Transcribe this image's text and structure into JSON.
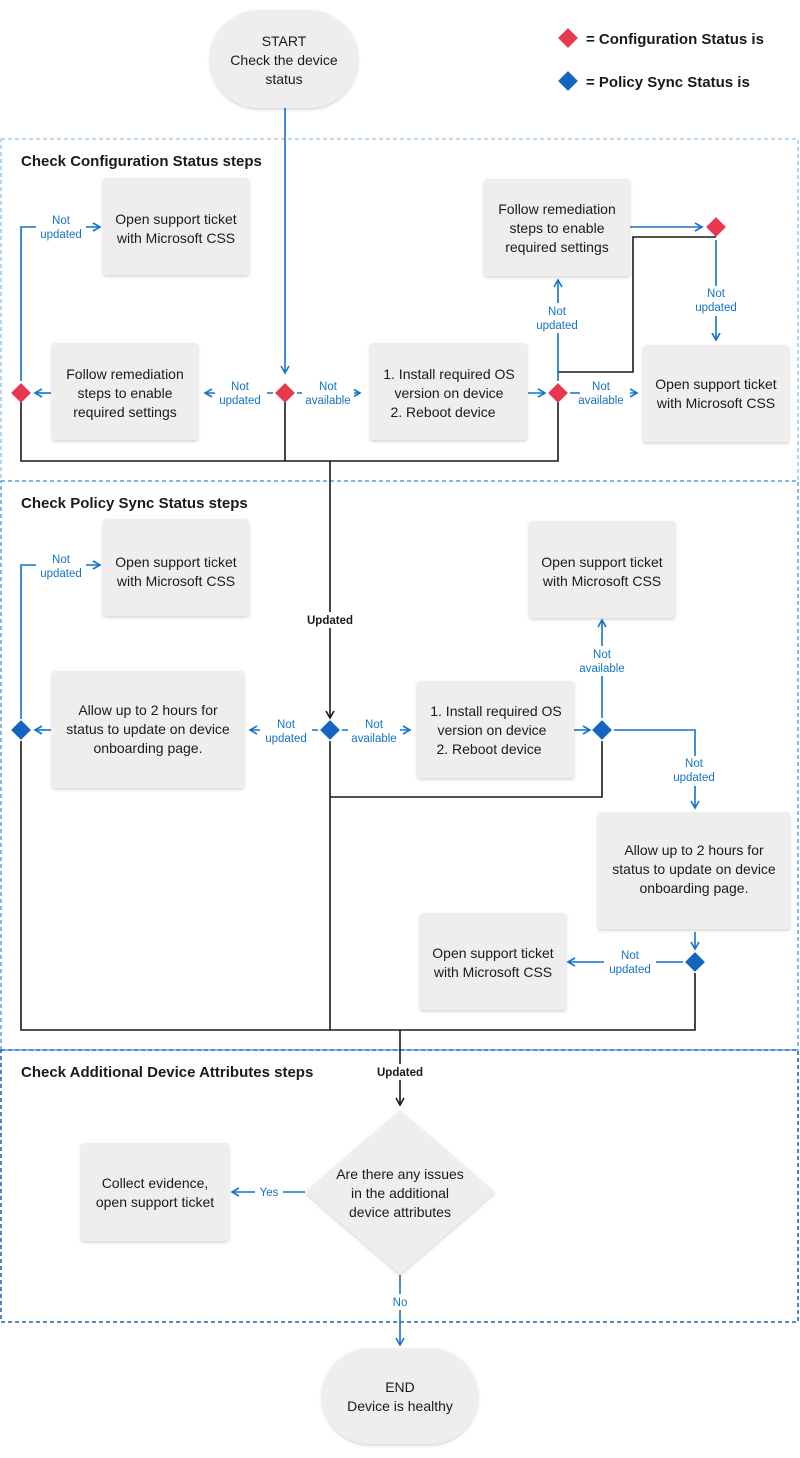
{
  "legend": {
    "config": "= Configuration Status is",
    "policy": "= Policy Sync Status is"
  },
  "colors": {
    "config_diamond": "#e8384f",
    "policy_diamond": "#1565c0",
    "arrow_blue": "#1473c9",
    "line_black": "#1a1a1a",
    "box_fill": "#eeeeee",
    "section_border": "#90c0e8"
  },
  "start": {
    "line1": "START",
    "line2": "Check the device",
    "line3": "status"
  },
  "end": {
    "line1": "END",
    "line2": "Device is healthy"
  },
  "sections": {
    "config": "Check Configuration Status steps",
    "policy": "Check Policy Sync Status steps",
    "additional": "Check Additional Device Attributes steps"
  },
  "boxes": {
    "support1": [
      "Open support ticket",
      "with Microsoft CSS"
    ],
    "remed_left": [
      "Follow remediation",
      "steps to enable",
      "required settings"
    ],
    "install1": [
      "1. Install required OS",
      "version on device",
      "2. Reboot device"
    ],
    "remed_top": [
      "Follow remediation",
      "steps to enable",
      "required settings"
    ],
    "support_right1": [
      "Open support ticket",
      "with Microsoft CSS"
    ],
    "support2": [
      "Open support ticket",
      "with Microsoft CSS"
    ],
    "allow_left": [
      "Allow up to 2 hours for",
      "status to update on device",
      "onboarding page."
    ],
    "install2": [
      "1. Install required OS",
      "version on device",
      "2. Reboot device"
    ],
    "support_top2": [
      "Open support ticket",
      "with Microsoft CSS"
    ],
    "allow_right": [
      "Allow up to 2 hours for",
      "status to update on device",
      "onboarding page."
    ],
    "support_bottom2": [
      "Open support ticket",
      "with Microsoft CSS"
    ],
    "collect": [
      "Collect evidence,",
      "open support ticket"
    ],
    "decision": [
      "Are there any issues",
      "in the additional",
      "device attributes"
    ]
  },
  "labels": {
    "not": "Not",
    "updated": "updated",
    "available": "available",
    "updated_bold": "Updated",
    "yes": "Yes",
    "no": "No"
  }
}
